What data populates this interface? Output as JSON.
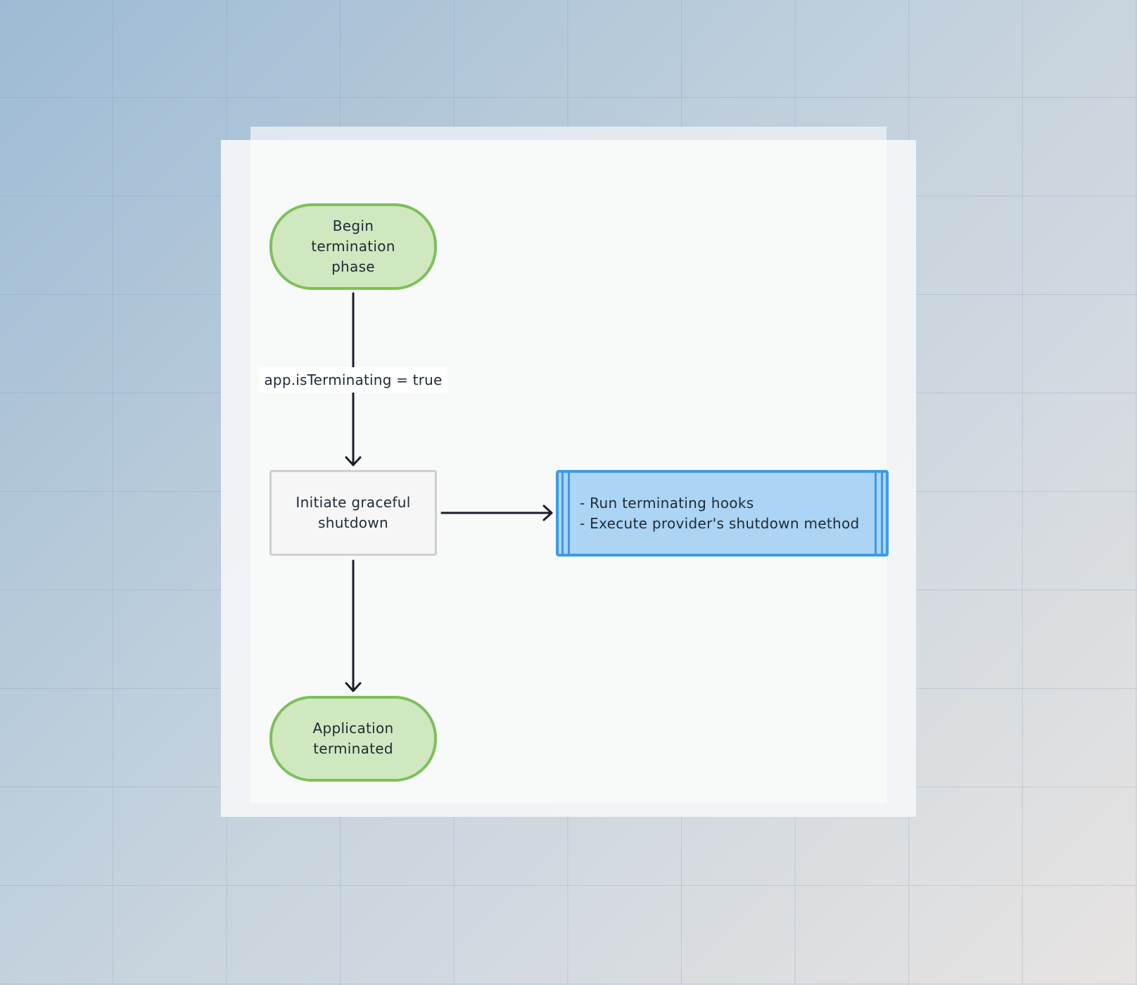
{
  "diagram": {
    "nodes": {
      "start": {
        "shape": "terminal",
        "lines": [
          "Begin",
          "termination",
          "phase"
        ]
      },
      "shutdown": {
        "shape": "process",
        "lines": [
          "Initiate graceful",
          "shutdown"
        ]
      },
      "hooks": {
        "shape": "subprocess",
        "lines": [
          "- Run terminating hooks",
          "- Execute provider's shutdown method"
        ]
      },
      "end": {
        "shape": "terminal",
        "lines": [
          "Application",
          "terminated"
        ]
      }
    },
    "edges": [
      {
        "from": "start",
        "to": "shutdown",
        "label": "app.isTerminating = true"
      },
      {
        "from": "shutdown",
        "to": "hooks",
        "label": ""
      },
      {
        "from": "shutdown",
        "to": "end",
        "label": ""
      }
    ],
    "colors": {
      "terminal_fill": "#cfe8c0",
      "terminal_stroke": "#7dc05a",
      "process_fill": "#f6f6f6",
      "process_stroke": "#cfcfcf",
      "subprocess_fill": "#acd4f4",
      "subprocess_stroke": "#3d9be6",
      "edge_color": "#1a1f2b"
    }
  }
}
